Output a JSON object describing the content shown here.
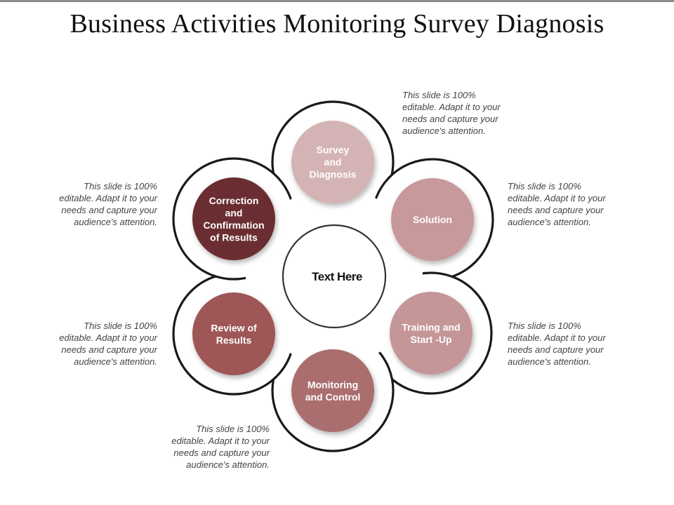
{
  "slide": {
    "title": "Business Activities Monitoring Survey Diagnosis"
  },
  "colors": {
    "ring": "#1a1a1a",
    "survey": "#d4b3b4",
    "solution": "#c8999a",
    "training": "#c59698",
    "monitoring": "#aa6e6e",
    "review": "#9f5656",
    "correction": "#6b2d31"
  },
  "center": {
    "label": "Text Here"
  },
  "nodes": [
    {
      "id": "survey",
      "lines": [
        "Survey",
        "and",
        "Diagnosis"
      ]
    },
    {
      "id": "solution",
      "lines": [
        "Solution"
      ]
    },
    {
      "id": "training",
      "lines": [
        "Training and",
        "Start -Up"
      ]
    },
    {
      "id": "monitoring",
      "lines": [
        "Monitoring",
        "and Control"
      ]
    },
    {
      "id": "review",
      "lines": [
        "Review of",
        "Results"
      ]
    },
    {
      "id": "correction",
      "lines": [
        "Correction",
        "and",
        "Confirmation",
        "of Results"
      ]
    }
  ],
  "notes": [
    {
      "id": "top",
      "lines": [
        "This slide is 100%",
        "editable. Adapt it to your",
        "needs and capture your",
        "audience's attention."
      ]
    },
    {
      "id": "upper-right",
      "lines": [
        "This slide is 100%",
        "editable. Adapt it to your",
        "needs and capture your",
        "audience's attention."
      ]
    },
    {
      "id": "lower-right",
      "lines": [
        "This slide is 100%",
        "editable. Adapt it to your",
        "needs and capture your",
        "audience's attention."
      ]
    },
    {
      "id": "bottom",
      "lines": [
        "This slide is 100%",
        "editable. Adapt it to your",
        "needs and capture your",
        "audience's attention."
      ]
    },
    {
      "id": "lower-left",
      "lines": [
        "This slide is 100%",
        "editable. Adapt it to your",
        "needs and capture your",
        "audience's attention."
      ]
    },
    {
      "id": "upper-left",
      "lines": [
        "This slide is 100%",
        "editable. Adapt it to your",
        "needs and capture your",
        "audience's attention."
      ]
    }
  ]
}
